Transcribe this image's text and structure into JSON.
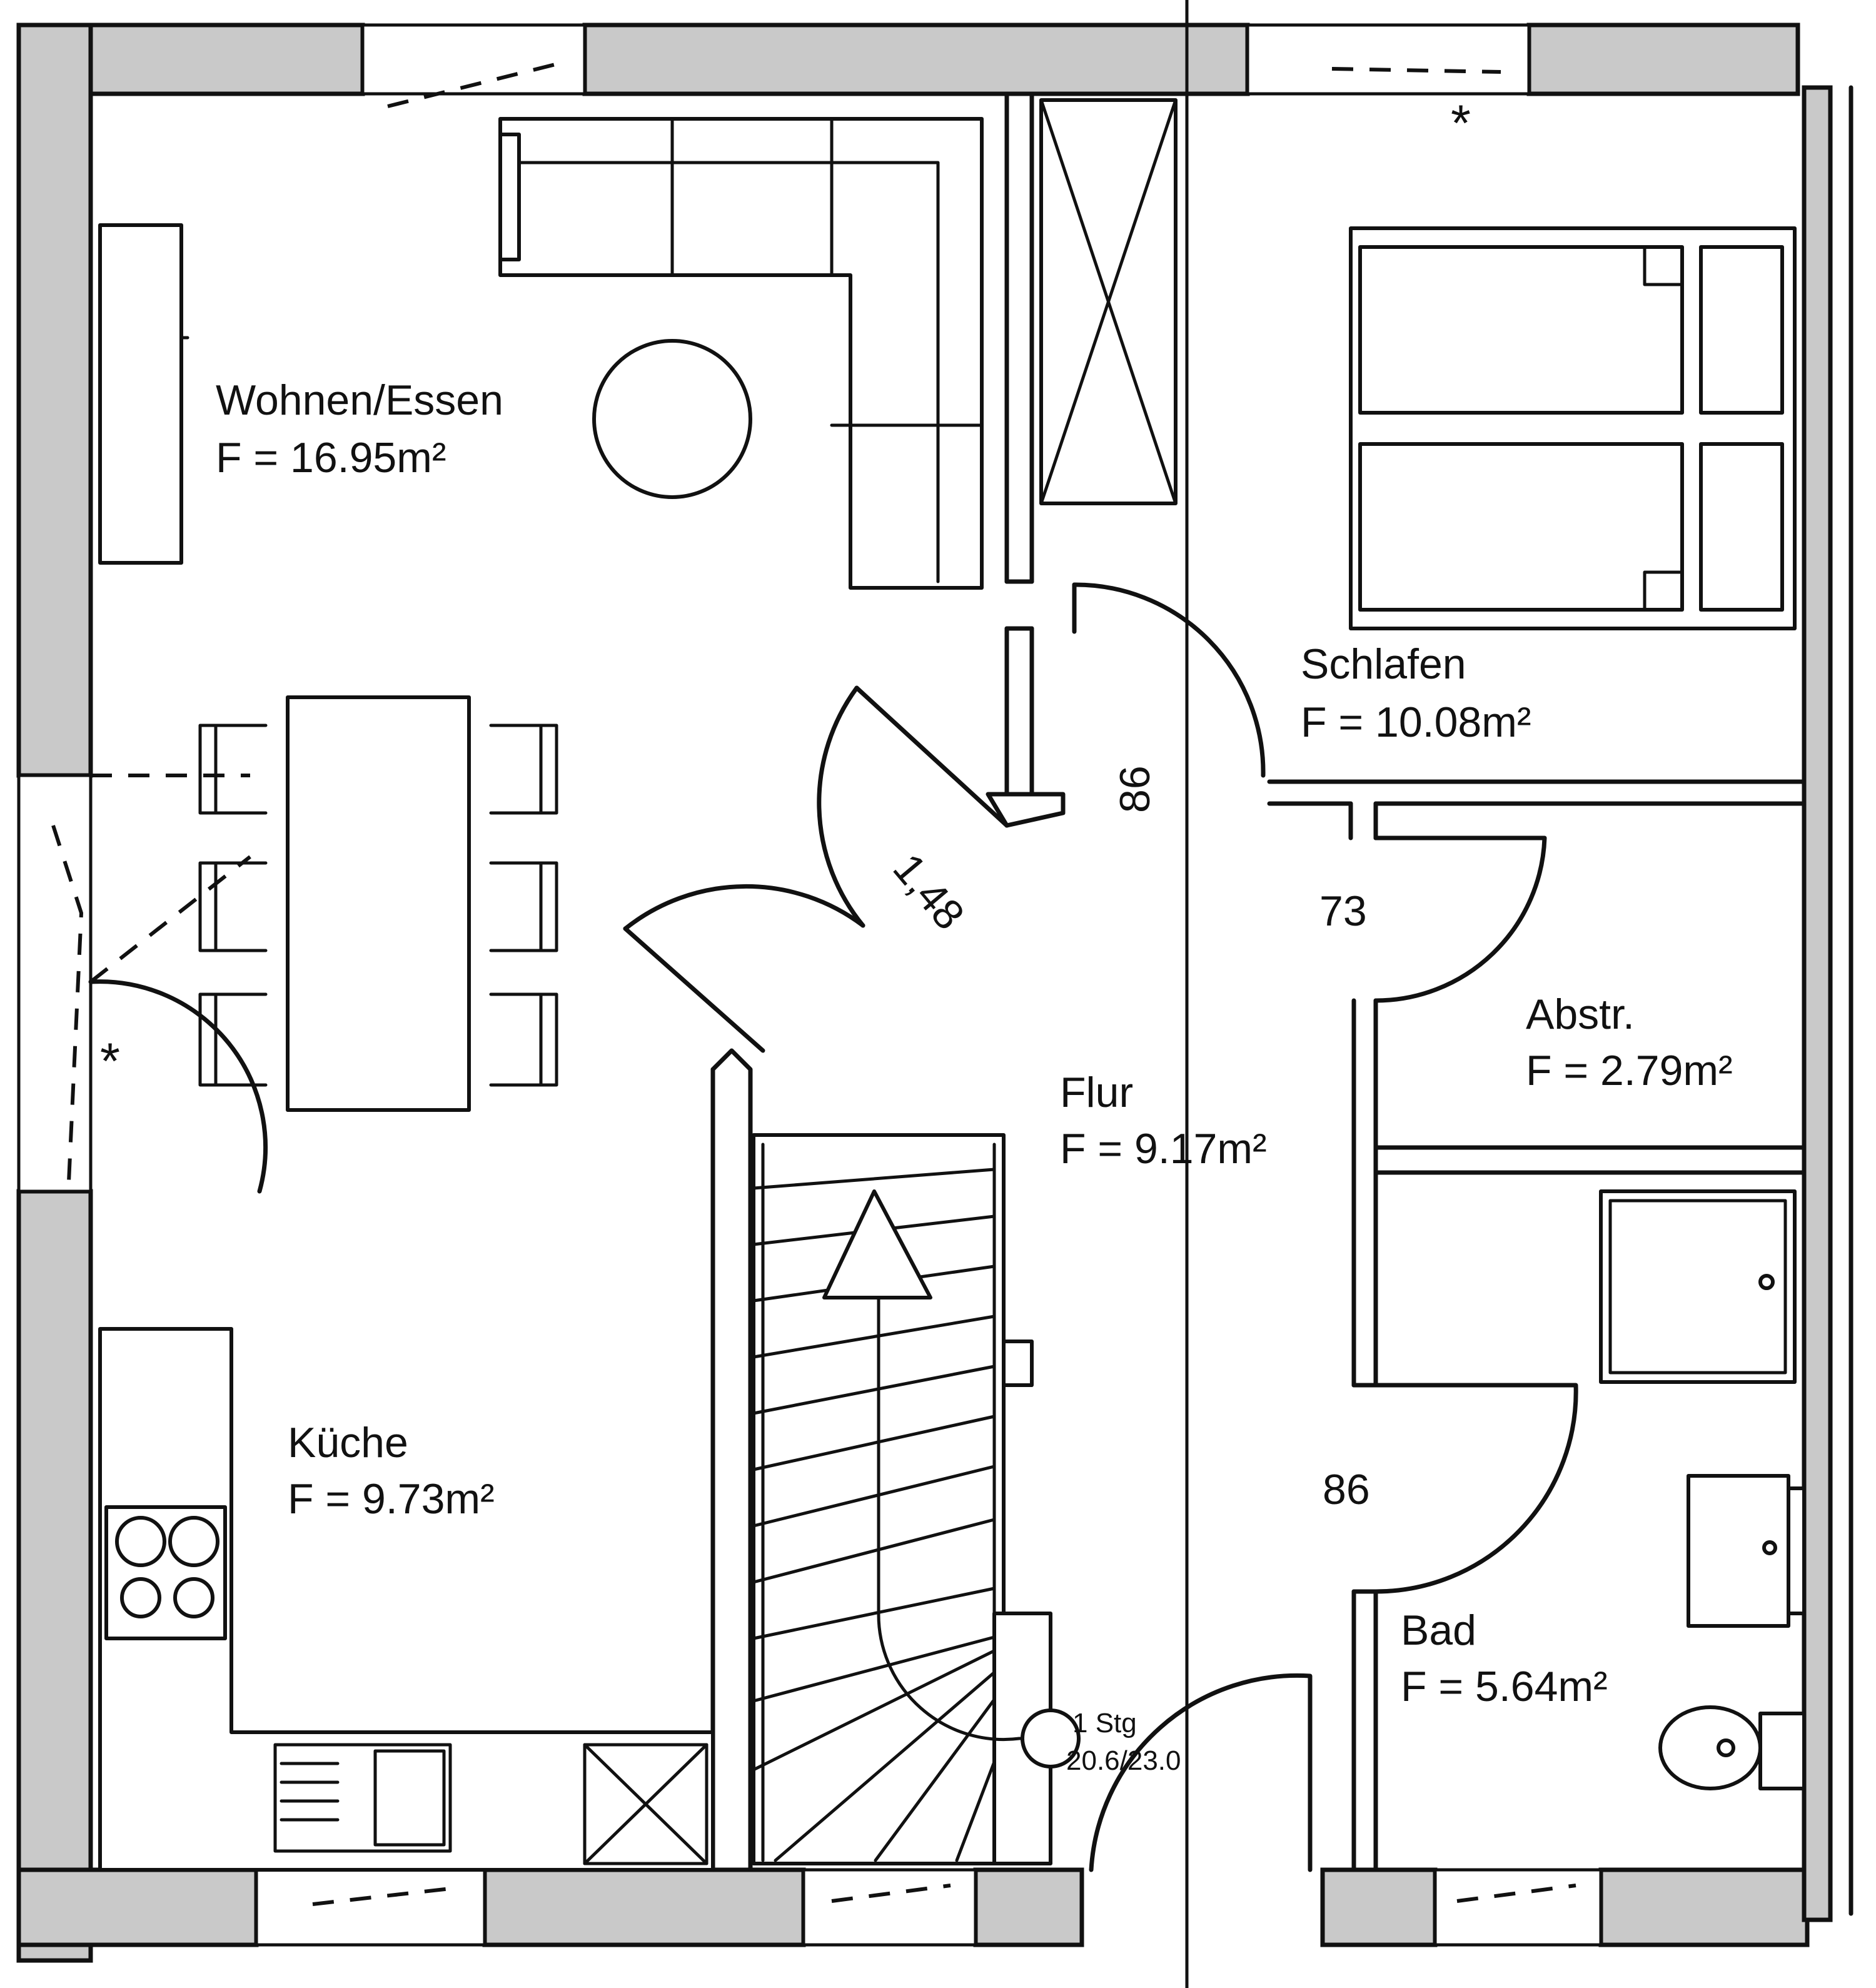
{
  "rooms": [
    {
      "name": "Wohnen/Essen",
      "area": "F = 16.95m²"
    },
    {
      "name": "Schlafen",
      "area": "F = 10.08m²"
    },
    {
      "name": "Abstr.",
      "area": "F = 2.79m²"
    },
    {
      "name": "Flur",
      "area": "F = 9.17m²"
    },
    {
      "name": "Küche",
      "area": "F = 9.73m²"
    },
    {
      "name": "Bad",
      "area": "F = 5.64m²"
    }
  ],
  "dimensions": {
    "door_flur_schlafen": "86",
    "door_abstr": "73",
    "door_bad": "86",
    "door_diagonal": "1,48"
  },
  "stairs": {
    "steps": "1 Stg",
    "ratio": "20.6/23.0"
  },
  "markers": {
    "window_marker": "*"
  }
}
